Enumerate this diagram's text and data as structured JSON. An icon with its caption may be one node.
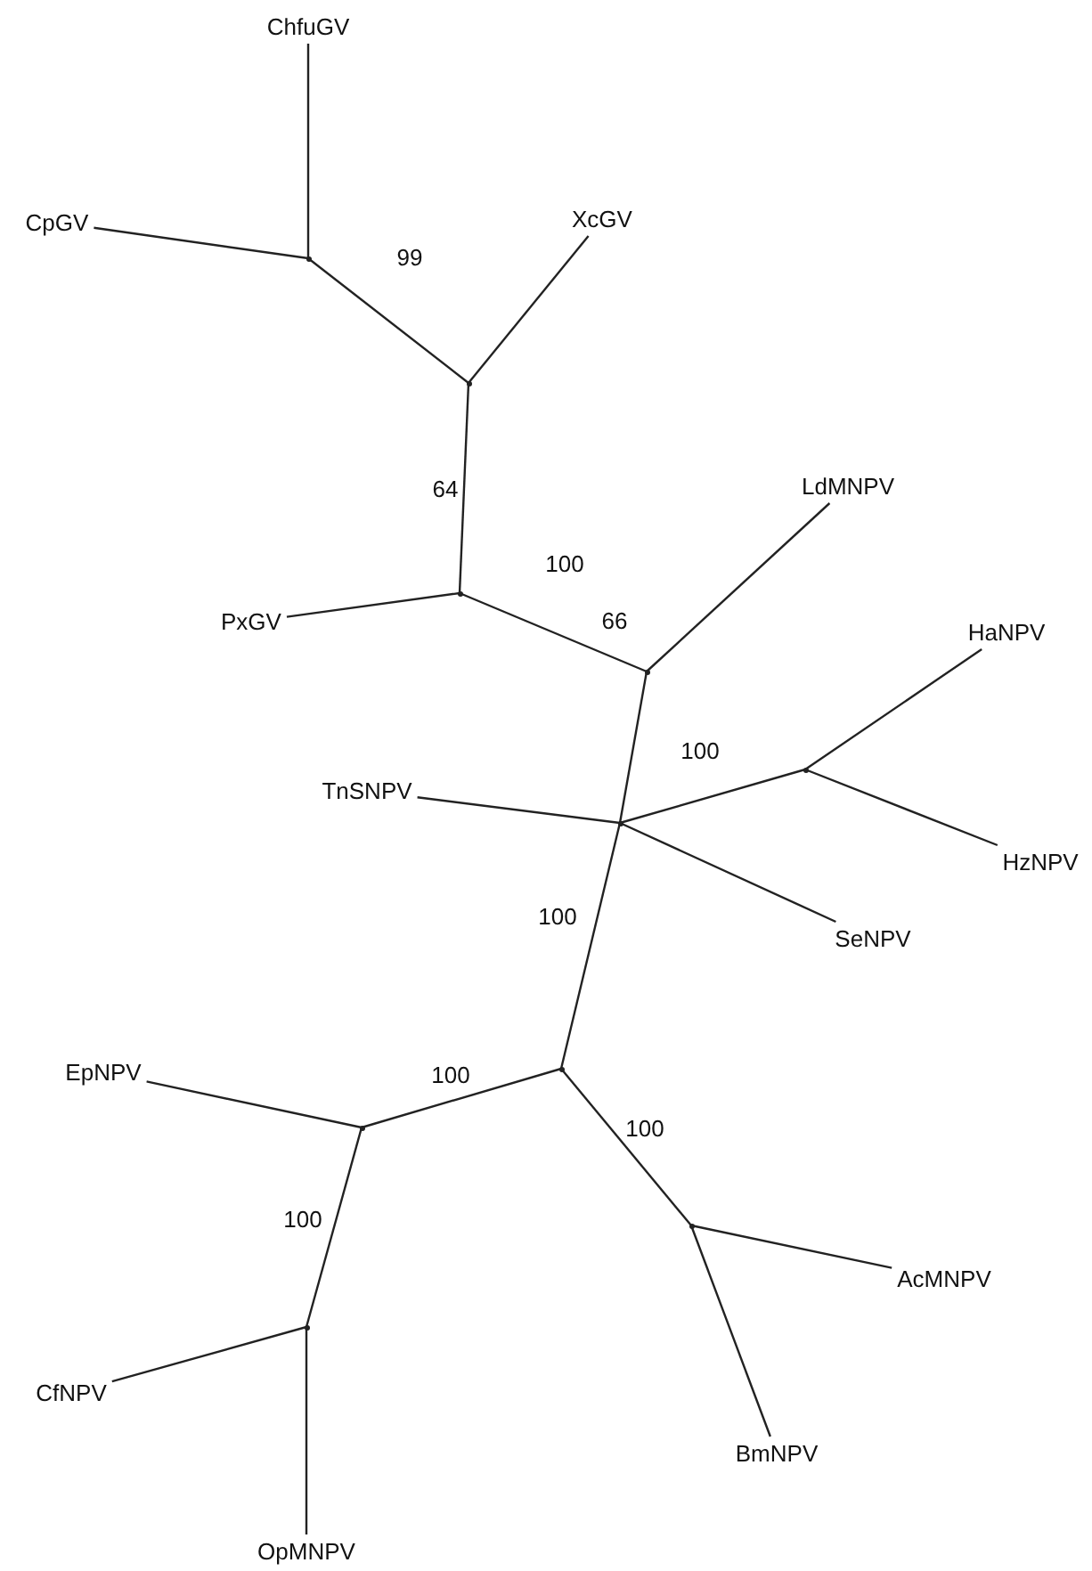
{
  "diagram": {
    "nodes": [
      {
        "text": [
          "ChfuGV"
        ]
      },
      {
        "text": [
          "CpGV"
        ]
      },
      {
        "text": [
          "XcGV"
        ]
      },
      {
        "text": [],
        "shape": "point"
      },
      {
        "text": [],
        "shape": "point"
      },
      {
        "text": [
          "LdMNPV"
        ]
      },
      {
        "text": [
          "PxGV"
        ]
      },
      {
        "text": [],
        "shape": "point"
      },
      {
        "text": [
          "HaNPV"
        ]
      },
      {
        "text": [],
        "shape": "point"
      },
      {
        "text": [],
        "shape": "point"
      },
      {
        "text": [
          "TnSNPV"
        ]
      },
      {
        "text": [],
        "shape": "point"
      },
      {
        "text": [
          "HzNPV"
        ]
      },
      {
        "text": [
          "SeNPV"
        ]
      },
      {
        "text": [
          "EpNPV"
        ]
      },
      {
        "text": [],
        "shape": "point"
      },
      {
        "text": [],
        "shape": "point"
      },
      {
        "text": [
          "AcMNPV"
        ]
      },
      {
        "text": [],
        "shape": "point"
      },
      {
        "text": [],
        "shape": "point"
      },
      {
        "text": [
          "CfNPV"
        ]
      },
      {
        "text": [
          "BmNPV"
        ]
      },
      {
        "text": [
          "OpMNPV"
        ]
      }
    ],
    "edges": [
      {
        "from": 0,
        "to": 3,
        "arrow": "none"
      },
      {
        "from": 1,
        "to": 3,
        "arrow": "none"
      },
      {
        "from": 3,
        "to": 4,
        "arrow": "none",
        "label": "99"
      },
      {
        "from": 2,
        "to": 4,
        "arrow": "none"
      },
      {
        "from": 4,
        "to": 7,
        "arrow": "none",
        "label": "64"
      },
      {
        "from": 6,
        "to": 7,
        "arrow": "none"
      },
      {
        "from": 7,
        "to": 9,
        "arrow": "none",
        "label": "100"
      },
      {
        "from": 5,
        "to": 9,
        "arrow": "none"
      },
      {
        "from": 9,
        "to": 12,
        "arrow": "none",
        "label": "66"
      },
      {
        "from": 11,
        "to": 12,
        "arrow": "none"
      },
      {
        "from": 12,
        "to": 10,
        "arrow": "none",
        "label": "100"
      },
      {
        "from": 10,
        "to": 8,
        "arrow": "none"
      },
      {
        "from": 10,
        "to": 13,
        "arrow": "none"
      },
      {
        "from": 12,
        "to": 14,
        "arrow": "none"
      },
      {
        "from": 12,
        "to": 16,
        "arrow": "none",
        "label": "100"
      },
      {
        "from": 16,
        "to": 17,
        "arrow": "none",
        "label": "100"
      },
      {
        "from": 15,
        "to": 17,
        "arrow": "none"
      },
      {
        "from": 17,
        "to": 20,
        "arrow": "none",
        "label": "100"
      },
      {
        "from": 21,
        "to": 20,
        "arrow": "none"
      },
      {
        "from": 20,
        "to": 23,
        "arrow": "none"
      },
      {
        "from": 16,
        "to": 19,
        "arrow": "none",
        "label": "100"
      },
      {
        "from": 19,
        "to": 18,
        "arrow": "none"
      },
      {
        "from": 19,
        "to": 22,
        "arrow": "none"
      }
    ]
  }
}
